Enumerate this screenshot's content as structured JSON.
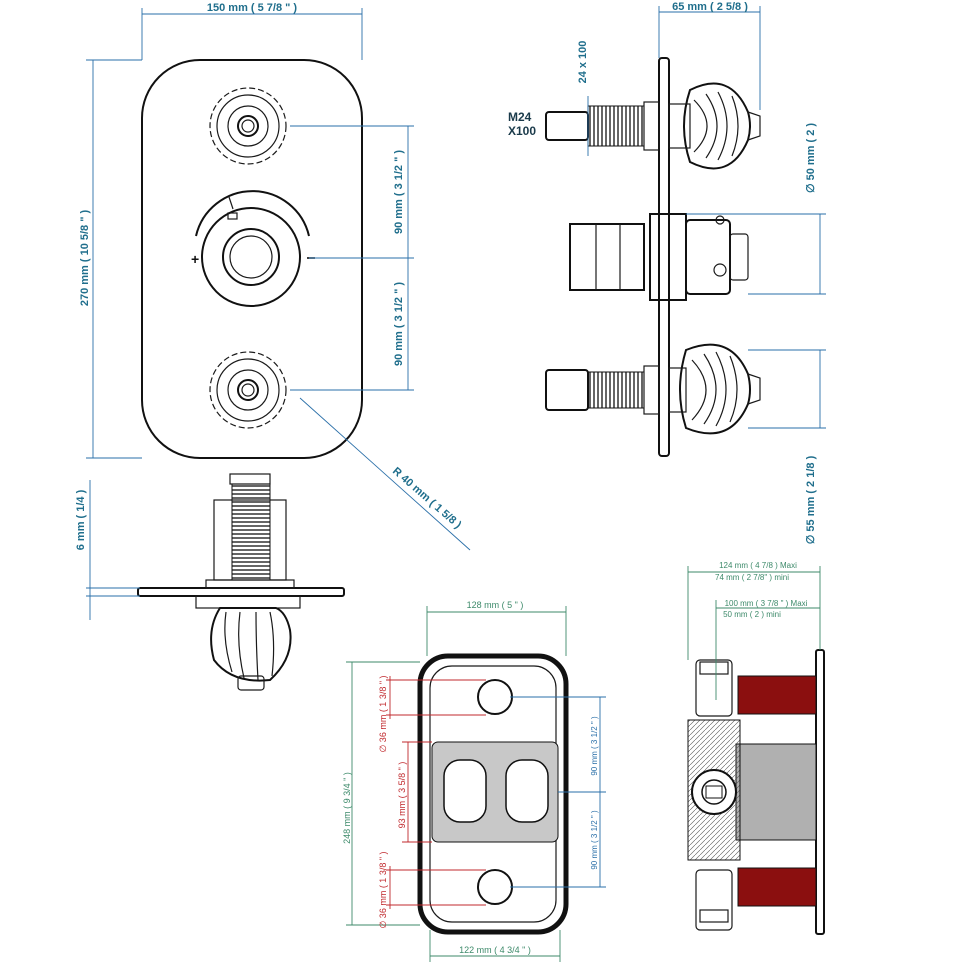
{
  "front_view": {
    "width_label": "150 mm ( 5 7/8 \" )",
    "height_label": "270 mm ( 10 5/8 \" )",
    "spacing_top_label": "90 mm ( 3 1/2 \" )",
    "spacing_bottom_label": "90 mm ( 3 1/2 \" )",
    "radius_label": "R 40 mm ( 1 5/8 )",
    "plus_sign": "+",
    "minus_sign": "−"
  },
  "side_view": {
    "depth_label": "65 mm ( 2 5/8 )",
    "thread_label": "24 x 100",
    "thread_spec_line1": "M24",
    "thread_spec_line2": "X100",
    "diameter_upper_label": "∅ 50 mm ( 2 )",
    "diameter_lower_label": "∅ 55 mm ( 2 1/8 )"
  },
  "bottom_view": {
    "thickness_label": "6 mm ( 1/4 )"
  },
  "wall_plate_view": {
    "width_top_label": "128 mm ( 5 \" )",
    "width_bottom_label": "122 mm ( 4 3/4 \" )",
    "height_label": "248 mm ( 9 3/4 \" )",
    "body_height_label": "93 mm ( 3 5/8 \" )",
    "hole_top_label": "∅ 36 mm ( 1 3/8 \" )",
    "hole_bottom_label": "∅ 36 mm ( 1 3/8 \" )",
    "spacing_top_label": "90 mm ( 3 1/2 \" )",
    "spacing_bottom_label": "90 mm ( 3 1/2 \" )"
  },
  "body_view": {
    "max_depth_label": "124 mm ( 4 7/8 )  Maxi",
    "min_depth_label": "74 mm ( 2 7/8\" ) mini",
    "max_embed_label": "100 mm ( 3 7/8 \" )  Maxi",
    "min_embed_label": "50 mm ( 2 ) mini"
  },
  "colors": {
    "dimension_teal": "#1f6e8c",
    "dimension_green": "#3d8a6a",
    "dimension_red": "#c0282c",
    "pipe_red": "#8b0f0f",
    "plate_gray": "#c8c8c8",
    "line_dark": "#1a1a1a"
  }
}
